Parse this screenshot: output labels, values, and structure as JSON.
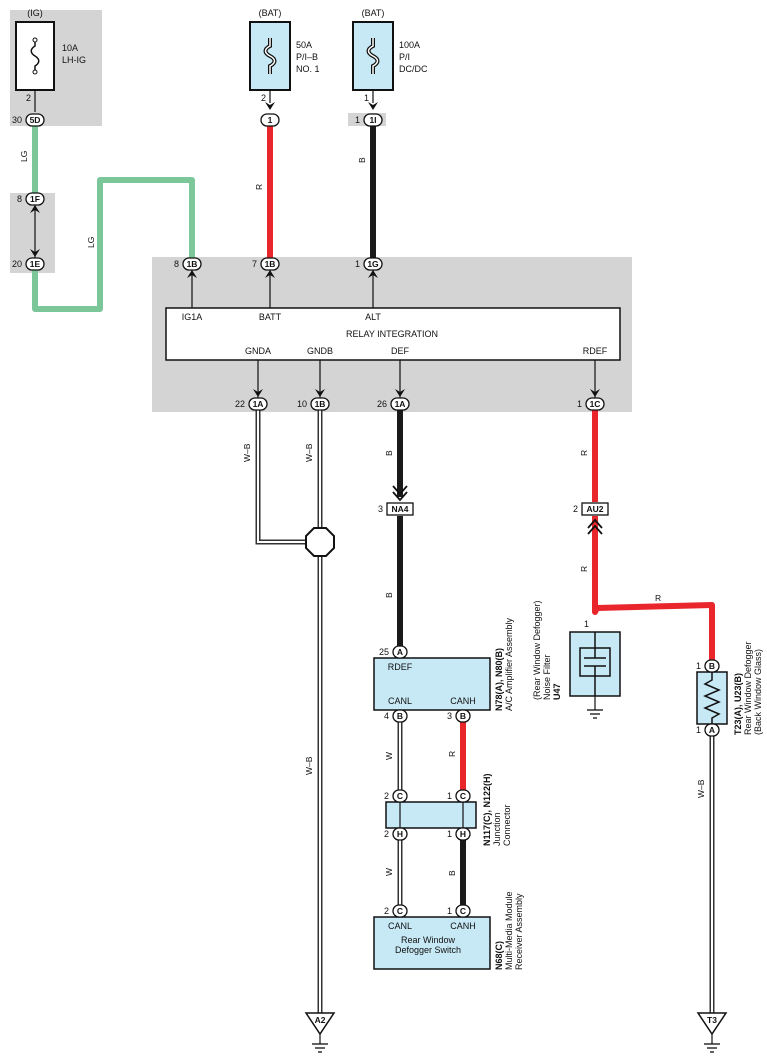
{
  "sources": {
    "ig": {
      "label": "(IG)",
      "fuse_rating": "10A",
      "fuse_name": "LH-IG",
      "pin": "2"
    },
    "bat1": {
      "label": "(BAT)",
      "fuse_rating": "50A",
      "fuse_name_1": "P/I–B",
      "fuse_name_2": "NO. 1",
      "pin": "2"
    },
    "bat2": {
      "label": "(BAT)",
      "fuse_rating": "100A",
      "fuse_name_1": "P/I",
      "fuse_name_2": "DC/DC",
      "pin": "1"
    }
  },
  "connectors": {
    "c5d": {
      "num": "30",
      "code": "5D"
    },
    "c1_a": {
      "code": "1"
    },
    "c1i": {
      "num": "1",
      "code": "1I"
    },
    "c1f": {
      "num": "8",
      "code": "1F"
    },
    "c1e": {
      "num": "20",
      "code": "1E"
    },
    "ig1a": {
      "num": "8",
      "code": "1B"
    },
    "batt": {
      "num": "7",
      "code": "1B"
    },
    "alt": {
      "num": "1",
      "code": "1G"
    },
    "gnda": {
      "num": "22",
      "code": "1A"
    },
    "gndb": {
      "num": "10",
      "code": "1B"
    },
    "def": {
      "num": "26",
      "code": "1A"
    },
    "rdef": {
      "num": "1",
      "code": "1C"
    },
    "na4": {
      "num": "3",
      "code": "NA4"
    },
    "au2": {
      "num": "2",
      "code": "AU2"
    },
    "ac_a": {
      "num": "25",
      "code": "A"
    },
    "ac_canl": {
      "num": "4",
      "code": "B"
    },
    "ac_canh": {
      "num": "3",
      "code": "B"
    },
    "jc_c_l": {
      "num": "2",
      "code": "C"
    },
    "jc_c_r": {
      "num": "1",
      "code": "C"
    },
    "jc_h_l": {
      "num": "2",
      "code": "H"
    },
    "jc_h_r": {
      "num": "1",
      "code": "H"
    },
    "mm_c_l": {
      "num": "2",
      "code": "C"
    },
    "mm_c_r": {
      "num": "1",
      "code": "C"
    },
    "u47_pin": {
      "num": "1"
    },
    "t23_b": {
      "num": "1",
      "code": "B"
    },
    "t23_a": {
      "num": "1",
      "code": "A"
    }
  },
  "relay": {
    "name": "RELAY INTEGRATION",
    "terminals": {
      "ig1a": "IG1A",
      "batt": "BATT",
      "alt": "ALT",
      "gnda": "GNDA",
      "gndb": "GNDB",
      "def": "DEF",
      "rdef": "RDEF"
    }
  },
  "wire_labels": {
    "lg1": "LG",
    "lg2": "LG",
    "r_batt": "R",
    "b_alt": "B",
    "wb_gnda": "W–B",
    "wb_gndb": "W–B",
    "b_def1": "B",
    "b_def2": "B",
    "r_rdef1": "R",
    "r_rdef2": "R",
    "r_horiz": "R",
    "wb_main": "W–B",
    "w1": "W",
    "w2": "W",
    "r_canh": "R",
    "b_canh": "B",
    "wb_t23": "W–B"
  },
  "ac_amp": {
    "terminal_top": "RDEF",
    "canl": "CANL",
    "canh": "CANH",
    "id": "N78(A), N80(B)",
    "name": "A/C Amplifier Assembly"
  },
  "junction": {
    "id": "N117(C), N122(H)",
    "name_1": "Junction",
    "name_2": "Connector"
  },
  "multimedia": {
    "canl": "CANL",
    "canh": "CANH",
    "body_1": "Rear Window",
    "body_2": "Defogger Switch",
    "id": "N68(C)",
    "name_1": "Multi-Media Module",
    "name_2": "Receiver Assembly"
  },
  "u47": {
    "id": "U47",
    "name_1": "Noise Filter",
    "name_2": "(Rear Window Defogger)"
  },
  "t23": {
    "id": "T23(A), U23(B)",
    "name_1": "Rear Window Defogger",
    "name_2": "(Back Window Glass)"
  },
  "grounds": {
    "a2": "A2",
    "t3": "T3"
  },
  "colors": {
    "lg": "#7cc79a",
    "r": "#e8262b",
    "b": "#1a1a1a",
    "panel": "#d4d4d4",
    "component": "#c7e8f5"
  }
}
